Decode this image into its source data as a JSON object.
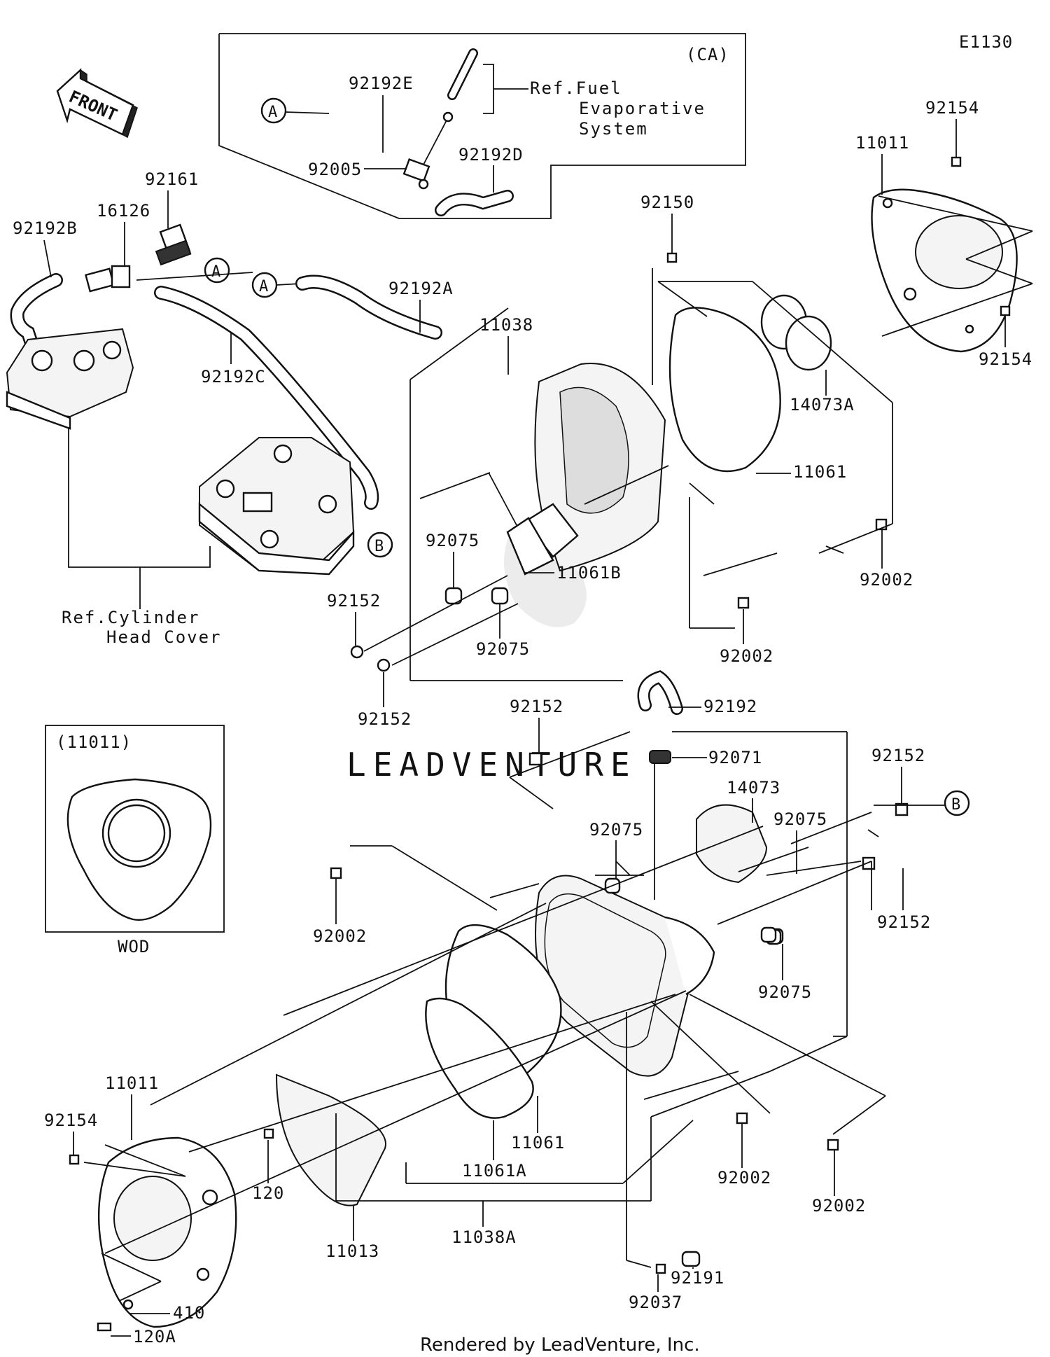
{
  "diagram_id": "E1130",
  "watermark": "LEADVENTURE",
  "front_arrow": "FRONT",
  "footer": "Rendered by LeadVenture, Inc.",
  "ca_box": {
    "title": "(CA)",
    "ref_lines": [
      "Ref.Fuel",
      "Evaporative",
      "System"
    ]
  },
  "ref_cylinder": [
    "Ref.Cylinder",
    "Head Cover"
  ],
  "inset": {
    "title": "(11011)",
    "caption": "WOD"
  },
  "callouts": {
    "a": "A",
    "b": "B"
  },
  "labels": {
    "p92192E": "92192E",
    "p92005": "92005",
    "p92192D": "92192D",
    "p92154_top": "92154",
    "p11011_top": "11011",
    "p92154_right": "92154",
    "p92161": "92161",
    "p16126": "16126",
    "p92192B": "92192B",
    "p92192A": "92192A",
    "p92192C": "92192C",
    "p92150": "92150",
    "p11038": "11038",
    "p14073A": "14073A",
    "p11061_top": "11061",
    "p92075_a": "92075",
    "p11061B": "11061B",
    "p92152_a": "92152",
    "p92075_b": "92075",
    "p92002_a": "92002",
    "p92002_b": "92002",
    "p92152_b": "92152",
    "p92152_c": "92152",
    "p92192": "92192",
    "p92071": "92071",
    "p92152_d": "92152",
    "p14073": "14073",
    "p92075_c": "92075",
    "p92075_d": "92075",
    "p92002_c": "92002",
    "p92152_e": "92152",
    "p92075_e": "92075",
    "p11011_bottom": "11011",
    "p92154_bottom": "92154",
    "p120": "120",
    "p11061_bottom": "11061",
    "p11061A": "11061A",
    "p92002_d": "92002",
    "p92002_e": "92002",
    "p11013": "11013",
    "p11038A": "11038A",
    "p92191": "92191",
    "p92037": "92037",
    "p410": "410",
    "p120A": "120A"
  }
}
